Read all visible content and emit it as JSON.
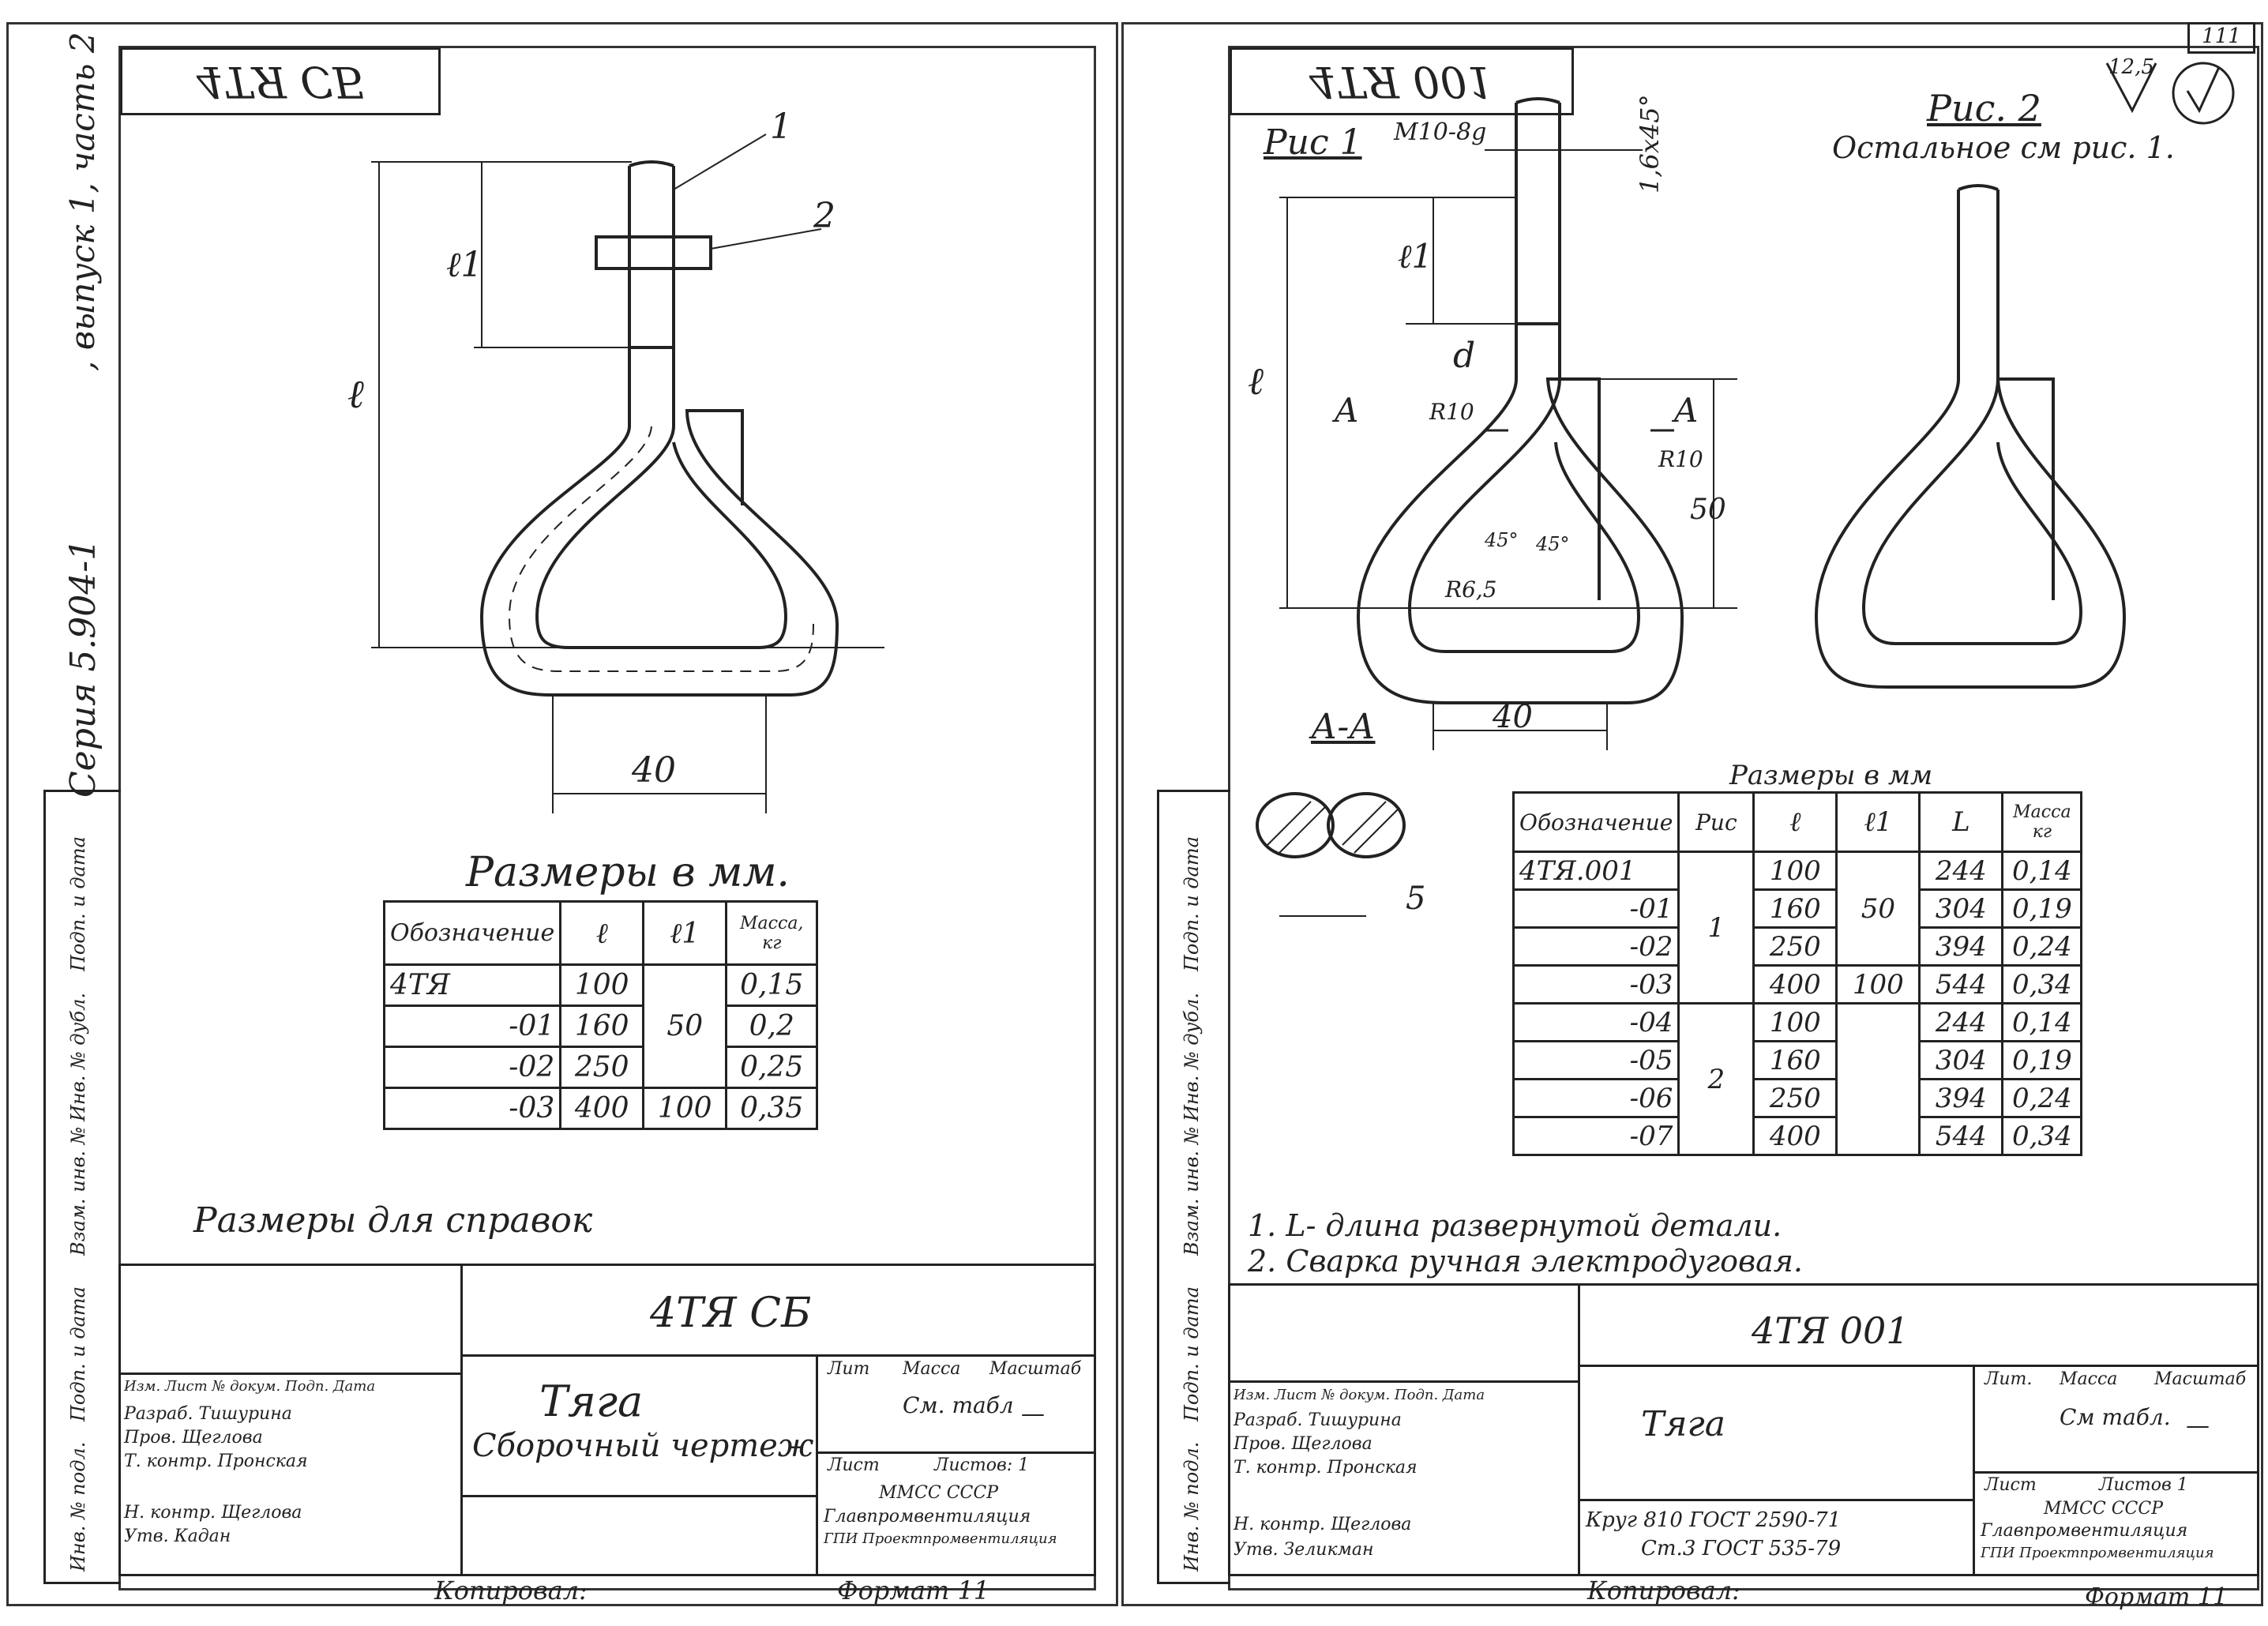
{
  "left": {
    "code_mirrored": "4TЯ СБ",
    "series_side": "Серия 5.904-1",
    "vypusk_side": ", выпуск 1, часть 2",
    "labels": {
      "pos1": "1",
      "pos2": "2",
      "l1": "ℓ1",
      "l": "ℓ",
      "w40": "40"
    },
    "table_title": "Размеры в мм.",
    "headers": [
      "Обозначение",
      "ℓ",
      "ℓ1",
      "Масса, кг"
    ],
    "rows": [
      [
        "4TЯ",
        "100",
        "50",
        "0,15"
      ],
      [
        "-01",
        "160",
        "",
        "0,2"
      ],
      [
        "-02",
        "250",
        "",
        "0,25"
      ],
      [
        "-03",
        "400",
        "100",
        "0,35"
      ]
    ],
    "note": "Размеры для справок",
    "tb": {
      "designation": "4ТЯ СБ",
      "title": "Тяга",
      "subtitle": "Сборочный чертеж",
      "lit": "Лит",
      "massa": "Масса",
      "masshtab": "Масштаб",
      "mass_val": "См. табл",
      "scale_val": "—",
      "list": "Лист",
      "listov": "Листов: 1",
      "org1": "ММСС СССР",
      "org2": "Главпромвентиляция",
      "org3": "ГПИ Проектпромвентиляция",
      "roles": [
        "Изм. Лист № докум. Подп. Дата",
        "Разраб. Тишурина",
        "Пров. Щеглова",
        "Т. контр. Пронская",
        "Н. контр. Щеглова",
        "Утв. Кадан"
      ],
      "copy": "Копировал:",
      "format": "Формат 11"
    }
  },
  "right": {
    "code_mirrored": "4TЯ 001",
    "sheet_no": "111",
    "roughness": "12,5",
    "fig1": "Рис 1",
    "fig2": "Рис. 2",
    "fig2_note": "Остальное см рис. 1.",
    "labels": {
      "thread": "M10-8g",
      "chamfer": "1,6x45°",
      "l1": "ℓ1",
      "l": "ℓ",
      "d": "d",
      "a_left": "A",
      "a_right": "A",
      "r10a": "R10",
      "r10b": "R10",
      "h50": "50",
      "ang1": "45°",
      "ang2": "45°",
      "r65": "R6,5",
      "w40": "40",
      "section": "А-А",
      "s5": "5"
    },
    "table_title": "Размеры в мм",
    "headers": [
      "Обозначение",
      "Рис",
      "ℓ",
      "ℓ1",
      "L",
      "Масса кг"
    ],
    "rows": [
      [
        "4TЯ.001",
        "1",
        "100",
        "50",
        "244",
        "0,14"
      ],
      [
        "-01",
        "",
        "160",
        "",
        "304",
        "0,19"
      ],
      [
        "-02",
        "",
        "250",
        "",
        "394",
        "0,24"
      ],
      [
        "-03",
        "",
        "400",
        "100",
        "544",
        "0,34"
      ],
      [
        "-04",
        "2",
        "100",
        "",
        "244",
        "0,14"
      ],
      [
        "-05",
        "",
        "160",
        "",
        "304",
        "0,19"
      ],
      [
        "-06",
        "",
        "250",
        "",
        "394",
        "0,24"
      ],
      [
        "-07",
        "",
        "400",
        "",
        "544",
        "0,34"
      ]
    ],
    "note1": "1. L- длина развернутой детали.",
    "note2": "2. Сварка ручная электродуговая.",
    "tb": {
      "designation": "4ТЯ 001",
      "title": "Тяга",
      "lit": "Лит.",
      "massa": "Масса",
      "masshtab": "Масштаб",
      "mass_val": "См табл.",
      "scale_val": "—",
      "list": "Лист",
      "listov": "Листов 1",
      "org1": "ММСС СССР",
      "org2": "Главпромвентиляция",
      "org3": "ГПИ Проектпромвентиляция",
      "material1": "Круг 810 ГОСТ 2590-71",
      "material2": "Ст.3 ГОСТ 535-79",
      "roles": [
        "Изм. Лист № докум. Подп. Дата",
        "Разраб. Тишурина",
        "Пров. Щеглова",
        "Т. контр. Пронская",
        "Н. контр. Щеглова",
        "Утв. Зеликман"
      ],
      "copy": "Копировал:",
      "format": "Формат 11"
    }
  },
  "side_stamps": [
    "Инв. № подл.",
    "Подп. и дата",
    "Взам. инв. №",
    "Инв. № дубл.",
    "Подп. и дата"
  ]
}
